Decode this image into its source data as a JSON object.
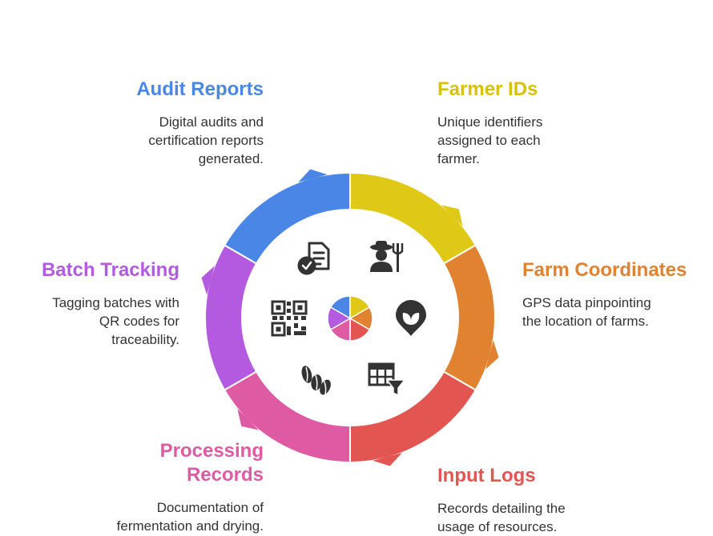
{
  "colors": {
    "audit": "#4a86e6",
    "farmer": "#e0c916",
    "coords": "#e08230",
    "input": "#e35550",
    "processing": "#de5aa3",
    "batch": "#b35ae0",
    "icon": "#333333"
  },
  "segments": [
    {
      "key": "audit",
      "title": "Audit Reports",
      "description_lines": [
        "Digital audits and",
        "certification reports",
        "generated."
      ],
      "icon": "document-check-icon"
    },
    {
      "key": "farmer",
      "title": "Farmer IDs",
      "description_lines": [
        "Unique identifiers",
        "assigned to each",
        "farmer."
      ],
      "icon": "farmer-icon"
    },
    {
      "key": "coords",
      "title": "Farm Coordinates",
      "description_lines": [
        "GPS data pinpointing",
        "the location of farms."
      ],
      "icon": "location-leaf-icon"
    },
    {
      "key": "input",
      "title": "Input Logs",
      "description_lines": [
        "Records detailing the",
        "usage of resources."
      ],
      "icon": "table-filter-icon"
    },
    {
      "key": "processing",
      "title_lines": [
        "Processing",
        "Records"
      ],
      "description_lines": [
        "Documentation of",
        "fermentation and drying."
      ],
      "icon": "cocoa-beans-icon"
    },
    {
      "key": "batch",
      "title": "Batch Tracking",
      "description_lines": [
        "Tagging batches with",
        "QR codes for",
        "traceability."
      ],
      "icon": "qr-code-icon"
    }
  ]
}
